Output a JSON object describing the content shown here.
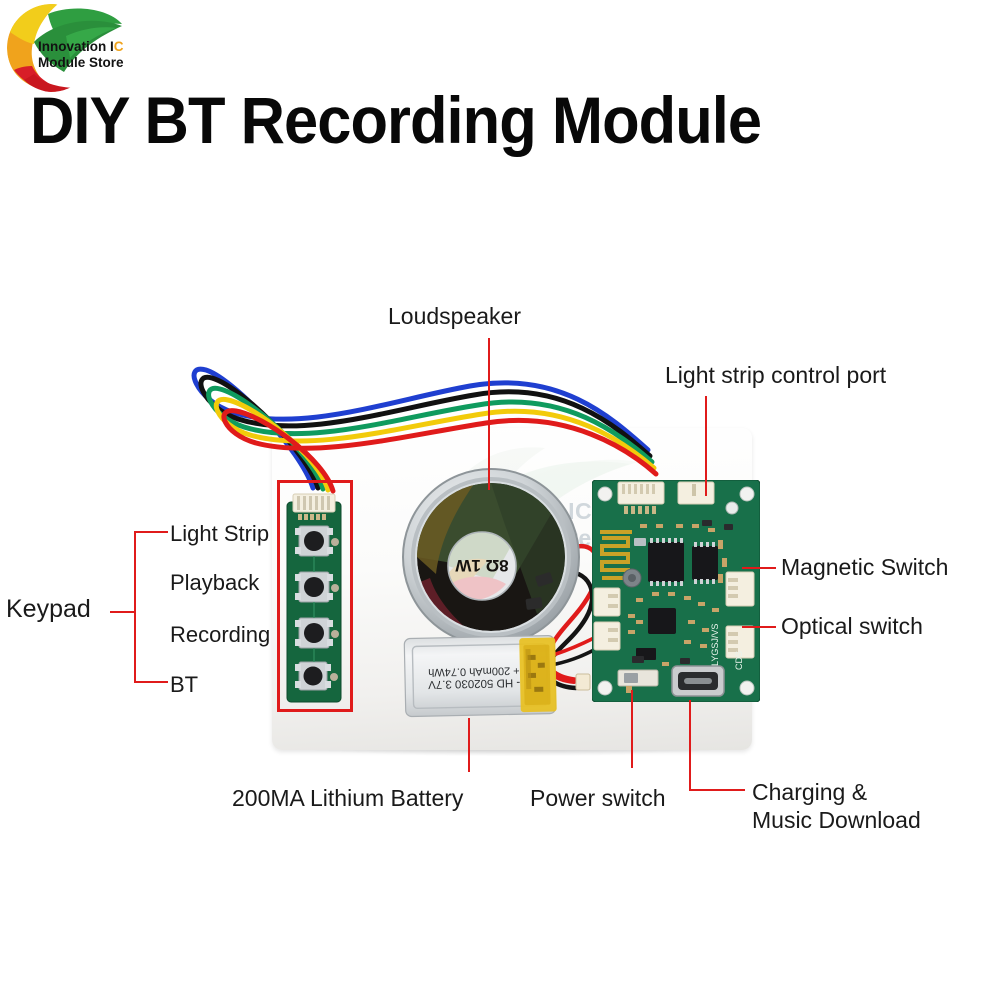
{
  "brand": {
    "logo_icon": "leaf-circle-logo",
    "line1": "Innovation IC",
    "line2": "Module Store"
  },
  "header": {
    "title": "DIY BT Recording Module"
  },
  "product_photo": {
    "alt_name": "diy-bt-recording-module-photo",
    "watermark_line1": "Innovation IC",
    "watermark_line2": "Module Store",
    "speaker_marking": "8Ω 1W",
    "battery_marking_line1": "- HD 502030 3.7V",
    "battery_marking_line2": "+ 200mAh  0.74Wh",
    "pcb_silkscreen_right": "LYGSJ/VS",
    "pcb_silkscreen_cds": "CDS",
    "wire_colors": [
      "#1f3fd0",
      "#111111",
      "#0f9b5e",
      "#f2cb0b",
      "#e01b1b"
    ]
  },
  "callouts": {
    "loudspeaker": "Loudspeaker",
    "light_strip_control_port": "Light strip control port",
    "magnetic_switch": "Magnetic Switch",
    "optical_switch": "Optical switch",
    "charging_line1": "Charging &",
    "charging_line2": "Music Download",
    "power_switch": "Power switch",
    "battery": "200MA Lithium Battery",
    "keypad": "Keypad",
    "keypad_items": [
      "Light Strip",
      "Playback",
      "Recording",
      "BT"
    ]
  },
  "colors": {
    "leader_red": "#e01b1b",
    "text": "#1a1a1a",
    "title": "#080808",
    "pcb_green": "#1f7a4d",
    "plate_white": "#f7f7f5"
  }
}
